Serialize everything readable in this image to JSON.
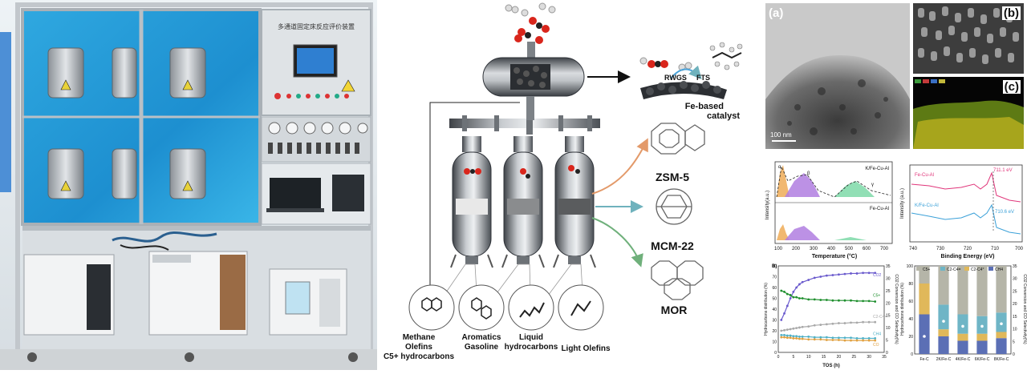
{
  "photo": {
    "panel_title": "多通道固定床反应评价装置"
  },
  "schematic": {
    "rwgs": "RWGS",
    "fts": "FTS",
    "catalyst_line1": "Fe-based",
    "catalyst_line2": "catalyst",
    "zeolites": [
      "ZSM-5",
      "MCM-22",
      "MOR"
    ],
    "products": [
      {
        "l1": "Methane",
        "l2": "Olefins",
        "l3": "C5+ hydrocarbons"
      },
      {
        "l1": "Aromatics",
        "l2": "Gasoline",
        "l3": ""
      },
      {
        "l1": "Liquid",
        "l2": "hydrocarbons",
        "l3": ""
      },
      {
        "l1": "Light Olefins",
        "l2": "",
        "l3": ""
      }
    ]
  },
  "microscopy": {
    "a": "(a)",
    "b": "(b)",
    "c": "(c)",
    "scale": "100 nm"
  },
  "charts": {
    "tpr": {
      "ylabel": "Intensity(a.u.)",
      "xlabel": "Temperature (°C)",
      "top_label": "K/Fe-Cu-Al",
      "bottom_label": "Fe-Cu-Al",
      "peaks": [
        "α",
        "β",
        "γ"
      ],
      "ticks": [
        "100",
        "200",
        "300",
        "400",
        "500",
        "600",
        "700"
      ]
    },
    "xps": {
      "ylabel": "Intensity (a.u.)",
      "xlabel": "Binding Energy (eV)",
      "top_label": "Fe-Cu-Al",
      "bottom_label": "K/Fe-Cu-Al",
      "top_peak": "711.1 eV",
      "bottom_peak": "710.6 eV",
      "ticks": [
        "740",
        "730",
        "720",
        "710",
        "700"
      ]
    },
    "tos": {
      "panel": "B)",
      "ylabel": "Hydrocarbons distribution (%)",
      "y2label": "CO2 Conversion and CO Selectivity(%)",
      "xlabel": "TOS (h)",
      "yticks": [
        "0",
        "10",
        "20",
        "30",
        "40",
        "50",
        "60",
        "70",
        "80"
      ],
      "y2ticks": [
        "0",
        "5",
        "10",
        "15",
        "20",
        "25",
        "30",
        "35"
      ],
      "xticks": [
        "0",
        "5",
        "10",
        "15",
        "20",
        "25",
        "30",
        "35"
      ],
      "series_labels": [
        "CO2",
        "C5+",
        "C2-C4=",
        "CH4",
        "CO"
      ]
    },
    "bars": {
      "ylabel": "Hydrocarbons distribution (%)",
      "y2label": "CO2 Conversion and CO Selectivity(%)",
      "legend": [
        "C5+",
        "C2-C4=",
        "C2-C4°",
        "CH4"
      ],
      "yticks": [
        "0",
        "20",
        "40",
        "60",
        "80",
        "100"
      ],
      "y2ticks": [
        "0",
        "5",
        "10",
        "15",
        "20",
        "25",
        "30",
        "35"
      ]
    }
  },
  "chart_data": [
    {
      "type": "line",
      "xlabel": "TOS (h)",
      "ylabel": "Hydrocarbons distribution (%)",
      "xlim": [
        0,
        35
      ],
      "ylim": [
        0,
        80
      ],
      "series": [
        {
          "name": "CO2",
          "x": [
            1,
            2,
            3,
            4,
            5,
            6,
            7,
            8,
            10,
            12,
            14,
            16,
            18,
            20,
            22,
            24,
            26,
            28,
            30,
            32
          ],
          "values": [
            30,
            36,
            43,
            50,
            56,
            60,
            63,
            65,
            67,
            69,
            70,
            71,
            71.5,
            72,
            72.5,
            73,
            73,
            73.5,
            73.5,
            73.5
          ]
        },
        {
          "name": "C5+",
          "x": [
            1,
            2,
            3,
            4,
            5,
            6,
            7,
            8,
            10,
            12,
            14,
            16,
            18,
            20,
            22,
            24,
            26,
            28,
            30,
            32
          ],
          "values": [
            57,
            56,
            54,
            53,
            51,
            51,
            50,
            50,
            49,
            49,
            48.5,
            48.5,
            48,
            48,
            48,
            48,
            47.5,
            47.5,
            47.5,
            47
          ]
        },
        {
          "name": "C2-C4=",
          "x": [
            1,
            2,
            3,
            4,
            5,
            6,
            7,
            8,
            10,
            12,
            14,
            16,
            18,
            20,
            22,
            24,
            26,
            28,
            30,
            32
          ],
          "values": [
            20,
            20.5,
            21,
            21.5,
            22,
            22.5,
            23,
            23.5,
            24,
            25,
            25.5,
            26,
            26.5,
            27,
            27,
            27.5,
            27.5,
            28,
            28,
            28
          ]
        },
        {
          "name": "CH4",
          "x": [
            1,
            2,
            3,
            4,
            5,
            6,
            7,
            8,
            10,
            12,
            14,
            16,
            18,
            20,
            22,
            24,
            26,
            28,
            30,
            32
          ],
          "values": [
            16,
            16,
            15.5,
            15.5,
            15,
            15,
            14.5,
            14.5,
            14.5,
            14,
            14,
            14,
            13.5,
            13.5,
            13.5,
            13.5,
            13,
            13,
            13,
            13
          ]
        },
        {
          "name": "CO",
          "x": [
            1,
            2,
            3,
            4,
            5,
            6,
            7,
            8,
            10,
            12,
            14,
            16,
            18,
            20,
            22,
            24,
            26,
            28,
            30,
            32
          ],
          "values": [
            14,
            14,
            13.5,
            13.5,
            13,
            13,
            12.5,
            12.5,
            12,
            12,
            12,
            11.5,
            11.5,
            11.5,
            11,
            11,
            11,
            11,
            11,
            11
          ]
        }
      ]
    },
    {
      "type": "bar",
      "categories": [
        "Fe-C",
        "2K/Fe-C",
        "4K/Fe-C",
        "6K/Fe-C",
        "8K/Fe-C"
      ],
      "ylabel": "Hydrocarbons distribution (%)",
      "ylim": [
        0,
        100
      ],
      "series": [
        {
          "name": "CH4",
          "values": [
            45,
            20,
            15,
            15,
            18
          ]
        },
        {
          "name": "C2-C4°",
          "values": [
            35,
            8,
            8,
            8,
            7
          ]
        },
        {
          "name": "C2-C4=",
          "values": [
            0,
            28,
            22,
            20,
            22
          ]
        },
        {
          "name": "C5+",
          "values": [
            20,
            44,
            55,
            57,
            53
          ]
        }
      ],
      "markers": [
        7,
        13,
        11,
        11,
        12
      ]
    }
  ]
}
